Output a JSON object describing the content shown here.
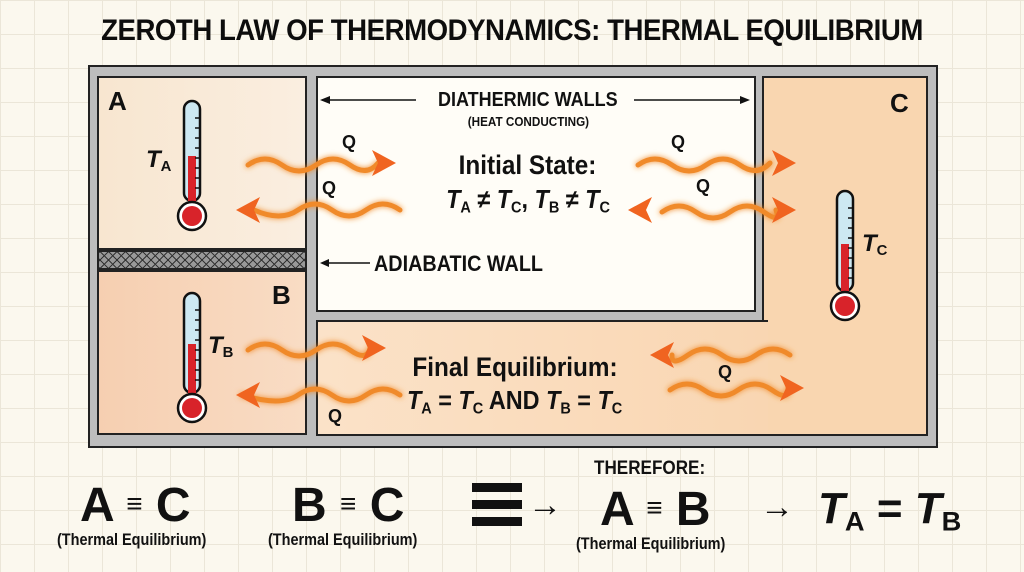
{
  "title": "ZEROTH LAW OF THERMODYNAMICS: THERMAL EQUILIBRIUM",
  "colors": {
    "heat_arrow": "#f07a22",
    "arrow_glow": "#f8b860",
    "mercury": "#d8232a",
    "thermometer_glass": "#cde8f2",
    "wall": "#bdbdbd",
    "box_a": "#f8e6d0",
    "box_b": "#f6cfb1",
    "box_c": "#f9d6b0"
  },
  "systems": {
    "a": {
      "label": "A",
      "temp_symbol": "T",
      "temp_sub": "A"
    },
    "b": {
      "label": "B",
      "temp_symbol": "T",
      "temp_sub": "B"
    },
    "c": {
      "label": "C",
      "temp_symbol": "T",
      "temp_sub": "C"
    }
  },
  "annotations": {
    "diathermic": "DIATHERMIC WALLS",
    "diathermic_sub": "(HEAT CONDUCTING)",
    "adiabatic": "ADIABATIC WALL",
    "heat_symbol": "Q"
  },
  "initial_state": {
    "heading": "Initial State:",
    "t": "T",
    "s1": "A",
    "op1": " ≠ ",
    "s2": "C",
    "sep": ", ",
    "s3": "B",
    "op2": " ≠ ",
    "s4": "C"
  },
  "final_state": {
    "heading": "Final Equilibrium:",
    "t": "T",
    "s1": "A",
    "op1": " = ",
    "s2": "C",
    "and": " AND ",
    "s3": "B",
    "op2": " = ",
    "s4": "C"
  },
  "conclusion": {
    "eq1": {
      "left": "A",
      "op": "≡",
      "right": "C",
      "note": "(Thermal Equilibrium)"
    },
    "eq2": {
      "left": "B",
      "op": "≡",
      "right": "C",
      "note": "(Thermal Equilibrium)"
    },
    "therefore": "THEREFORE:",
    "eq3": {
      "left": "A",
      "op": "≡",
      "right": "B",
      "note": "(Thermal Equilibrium)"
    },
    "arrow": "→",
    "final": {
      "t": "T",
      "s1": "A",
      "op": " = ",
      "s2": "B"
    }
  }
}
